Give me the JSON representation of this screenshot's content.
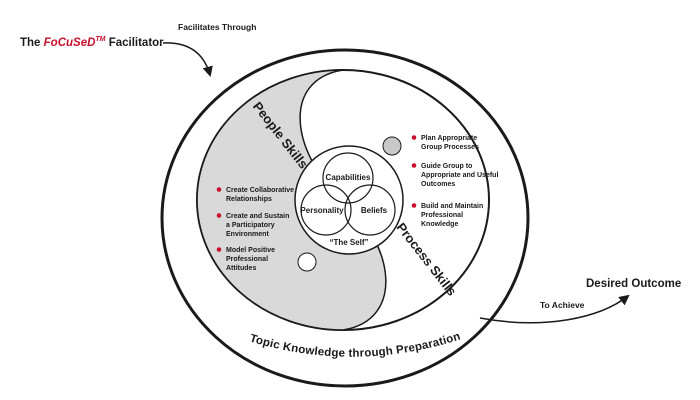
{
  "facilitator": {
    "prefix": "The ",
    "brand": "FoCuSeD",
    "trademark": "TM",
    "suffix": " Facilitator"
  },
  "facilitates_label": "Facilitates Through",
  "people_skills": {
    "title": "People Skills",
    "items": [
      [
        "Create Collaborative",
        "Relationships"
      ],
      [
        "Create and Sustain",
        "a Participatory",
        "Environment"
      ],
      [
        "Model Positive",
        "Professional",
        "Attitudes"
      ]
    ]
  },
  "process_skills": {
    "title": "Process Skills",
    "items": [
      [
        "Plan Appropriate",
        "Group Processes"
      ],
      [
        "Guide Group to",
        "Appropriate and Useful",
        "Outcomes"
      ],
      [
        "Build and Maintain",
        "Professional",
        "Knowledge"
      ]
    ]
  },
  "self": {
    "capabilities": "Capabilities",
    "personality": "Personality",
    "beliefs": "Beliefs",
    "label": "“The Self”"
  },
  "topic_knowledge": "Topic Knowledge through Preparation",
  "to_achieve": "To Achieve",
  "desired_outcome": "Desired Outcome",
  "colors": {
    "brand_red": "#c8102e",
    "people_fill": "#d9d9d9",
    "dot_fill": "#c8c8c8",
    "outline": "#1a1a1a"
  }
}
